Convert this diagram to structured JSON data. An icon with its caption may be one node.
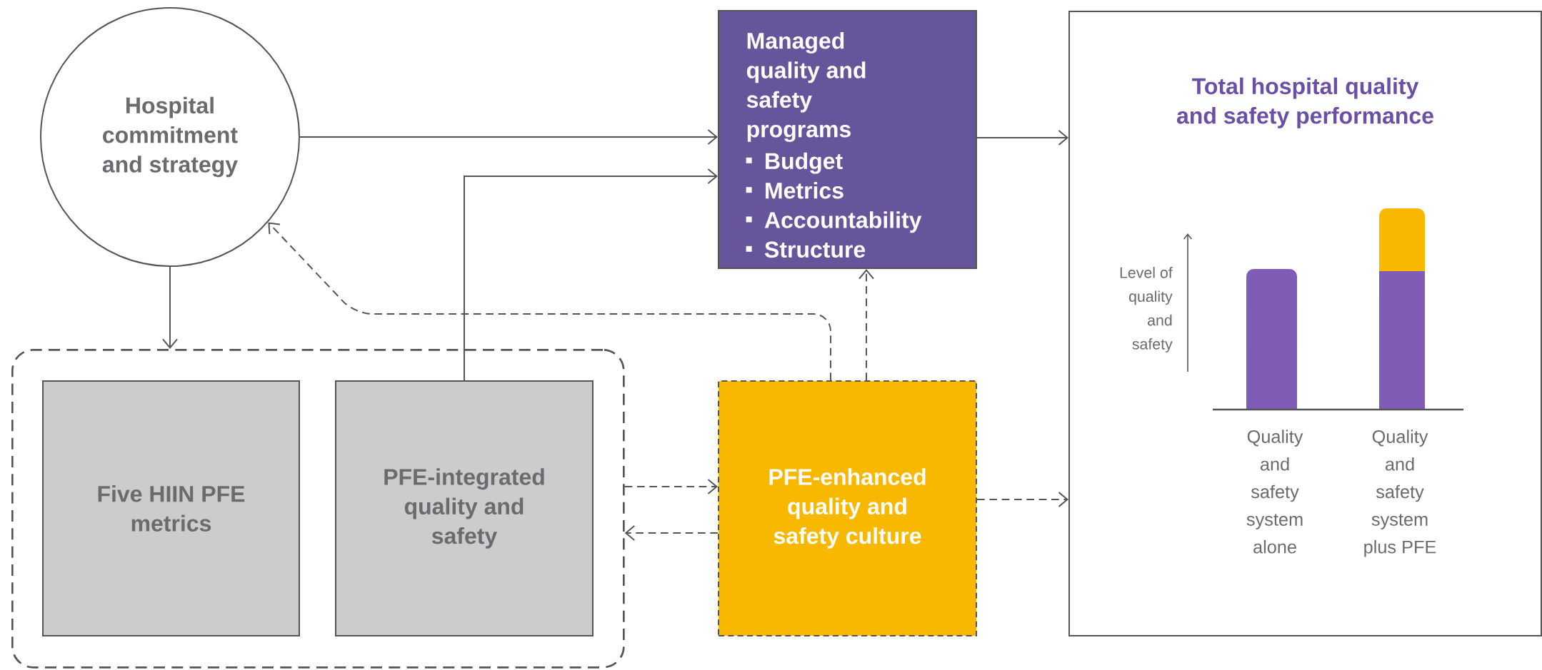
{
  "diagram": {
    "nodes": [
      {
        "text": [
          "Hospital commitment and strategy"
        ]
      },
      {
        "text": [
          "Managed quality and safety programs",
          "Budget",
          "Metrics",
          "Accountability",
          "Structure"
        ]
      },
      {
        "text": [
          "Total hospital quality and safety performance"
        ]
      },
      {
        "text": [],
        "shape": "box"
      },
      {
        "text": [
          "Five HIIN PFE metrics"
        ],
        "in": 3
      },
      {
        "text": [
          "PFE-integrated quality and safety"
        ],
        "in": 3
      },
      {
        "text": [
          "PFE-enhanced quality and safety culture"
        ]
      }
    ],
    "edges": [
      {
        "from": 0,
        "to": 1,
        "arrow": "to"
      },
      {
        "from": 0,
        "to": 3,
        "arrow": "to"
      },
      {
        "from": 5,
        "to": 1,
        "arrow": "to"
      },
      {
        "from": 1,
        "to": 2,
        "arrow": "to"
      },
      {
        "from": 6,
        "to": 1,
        "arrow": "to",
        "style": "dashed"
      },
      {
        "from": 6,
        "to": 0,
        "arrow": "to",
        "style": "dashed"
      },
      {
        "from": 3,
        "to": 6,
        "arrow": "to",
        "style": "dashed"
      },
      {
        "from": 6,
        "to": 3,
        "arrow": "to",
        "style": "dashed"
      },
      {
        "from": 6,
        "to": 2,
        "arrow": "to",
        "style": "dashed"
      }
    ],
    "labels": [
      "Level of quality and safety",
      "Quality and safety system alone",
      "Quality and safety system plus PFE"
    ]
  }
}
